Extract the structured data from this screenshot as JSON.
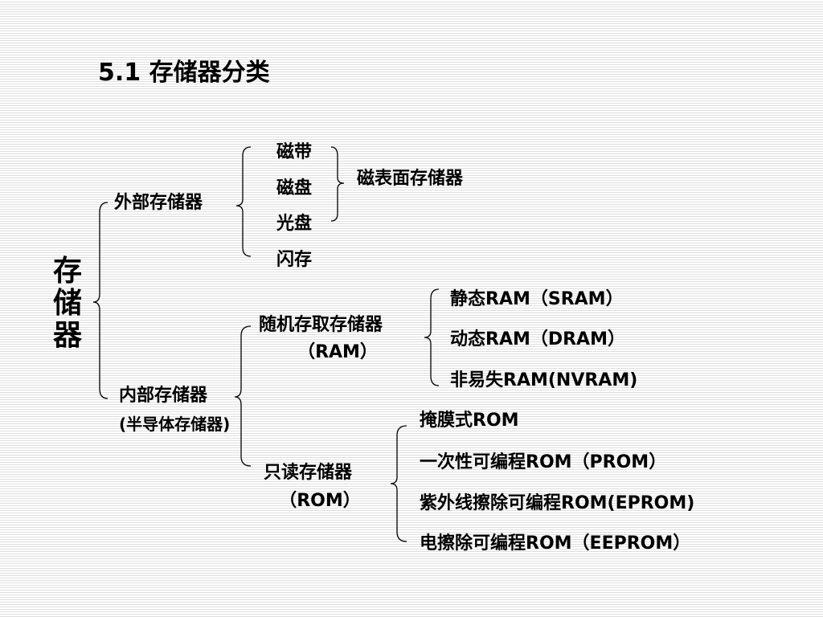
{
  "title": "5.1 存储器分类",
  "root": "存储器",
  "external": {
    "label": "外部存储器",
    "items": [
      "磁带",
      "磁盘",
      "光盘",
      "闪存"
    ],
    "magnetic_group": "磁表面存储器"
  },
  "internal": {
    "label_line1": "内部存储器",
    "label_line2": "(半导体存储器)",
    "ram": {
      "label_line1": "随机存取存储器",
      "label_line2": "（RAM）",
      "items": [
        "静态RAM（SRAM）",
        "动态RAM（DRAM）",
        "非易失RAM(NVRAM)"
      ]
    },
    "rom": {
      "label_line1": "只读存储器",
      "label_line2": "（ROM）",
      "items": [
        "掩膜式ROM",
        "一次性可编程ROM（PROM）",
        "紫外线擦除可编程ROM(EPROM)",
        "电擦除可编程ROM（EEPROM）"
      ]
    }
  }
}
